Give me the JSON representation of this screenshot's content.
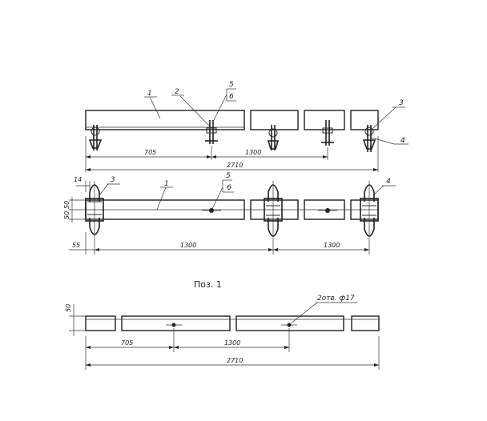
{
  "drawing": {
    "view_front": {
      "callouts": [
        "1",
        "2",
        "5",
        "6",
        "3",
        "4"
      ],
      "dims": [
        "705",
        "1300",
        "2710"
      ]
    },
    "view_plan": {
      "callouts": [
        "14",
        "3",
        "1",
        "5",
        "6",
        "4"
      ],
      "dims_vertical": [
        "50",
        "50"
      ],
      "dims": [
        "55",
        "1300",
        "1300"
      ]
    },
    "position_title": "Поз. 1",
    "view_detail": {
      "dim_height": "50",
      "hole_note": "2отв. ф17",
      "dims": [
        "705",
        "1300",
        "2710"
      ]
    }
  }
}
